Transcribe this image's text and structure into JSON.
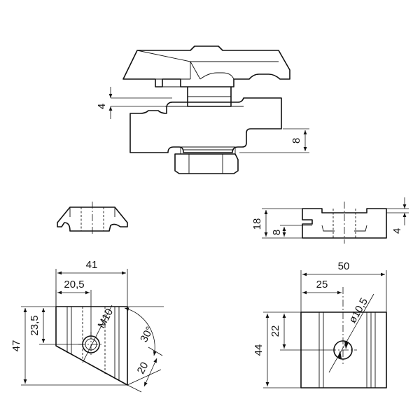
{
  "dimensions": {
    "top_flange_thickness": "4",
    "top_lower_step": "8",
    "side_total_height": "18",
    "side_step": "8",
    "side_flange": "4",
    "bottom_left_width": "41",
    "bottom_left_offset": "20,5",
    "bottom_left_thread": "M10",
    "bottom_left_angle": "30°",
    "bottom_left_height": "47",
    "bottom_left_hole_offset": "23,5",
    "bottom_left_slot_width": "20",
    "bottom_right_width": "50",
    "bottom_right_hole_offset": "25",
    "bottom_right_hole_diameter": "ø10,5",
    "bottom_right_vertical_offset": "22",
    "bottom_right_height": "44"
  }
}
